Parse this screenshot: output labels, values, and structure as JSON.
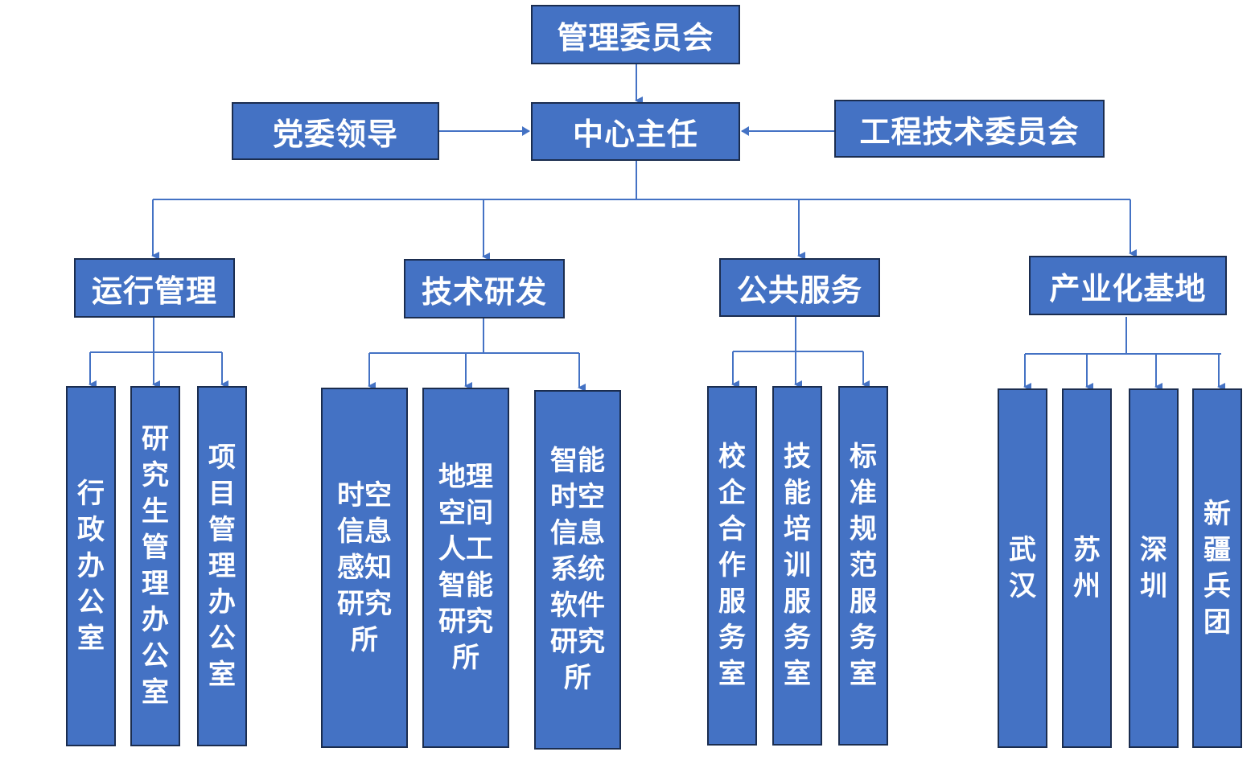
{
  "diagram": {
    "type": "org-chart",
    "colors": {
      "box_fill": "#4472C4",
      "box_border": "#1B2D4F",
      "connector": "#4472C4",
      "text": "#FFFFFF"
    },
    "top": {
      "management_committee": "管理委员会",
      "director": "中心主任",
      "party_committee": "党委领导",
      "engineering_committee": "工程技术委员会"
    },
    "departments": [
      {
        "label": "运行管理",
        "children": [
          "行政办公室",
          "研究生管理办公室",
          "项目管理办公室"
        ]
      },
      {
        "label": "技术研发",
        "children": [
          "时空信息感知研究所",
          "地理空间人工智能研究所",
          "智能时空信息系统软件研究所"
        ]
      },
      {
        "label": "公共服务",
        "children": [
          "校企合作服务室",
          "技能培训服务室",
          "标准规范服务室"
        ]
      },
      {
        "label": "产业化基地",
        "children": [
          "武汉",
          "苏州",
          "深圳",
          "新疆兵团"
        ]
      }
    ]
  }
}
